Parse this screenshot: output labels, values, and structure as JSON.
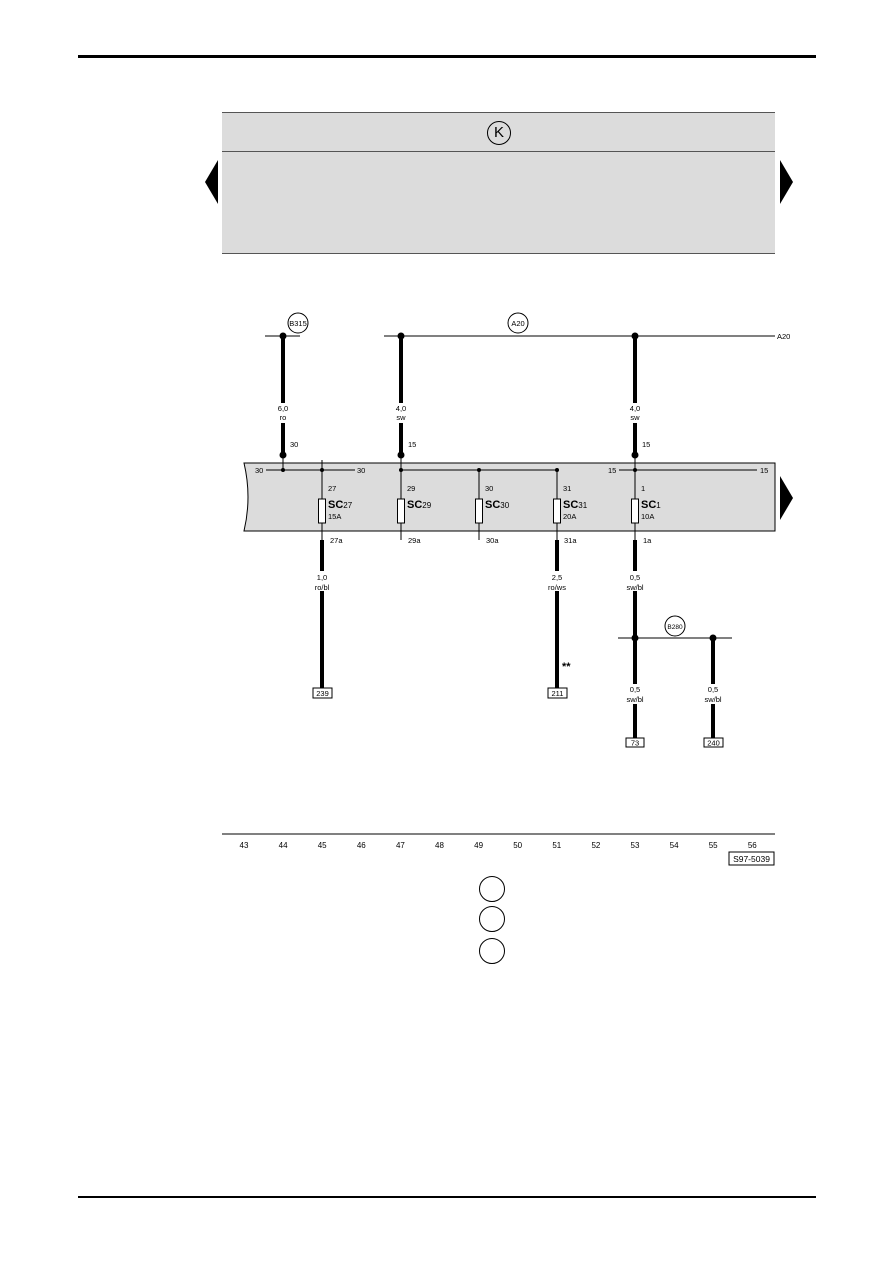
{
  "header": {
    "symbol": "K"
  },
  "top_labels": {
    "b315": "B315",
    "a20_circle": "A20",
    "a20_right": "A20"
  },
  "wires": [
    {
      "id": "w-b315",
      "size": "6,0",
      "color": "ro",
      "terminal": "30"
    },
    {
      "id": "w-47",
      "size": "4,0",
      "color": "sw",
      "terminal": "15"
    },
    {
      "id": "w-53",
      "size": "4,0",
      "color": "sw",
      "terminal": "15"
    }
  ],
  "bus_labels": {
    "left_30": "30",
    "mid_30": "30",
    "left_15": "15",
    "right_15": "15"
  },
  "fuses": [
    {
      "name": "SC",
      "num": "27",
      "amp": "15A",
      "in": "27",
      "out": "27a"
    },
    {
      "name": "SC",
      "num": "29",
      "amp": "",
      "in": "29",
      "out": "29a"
    },
    {
      "name": "SC",
      "num": "30",
      "amp": "",
      "in": "30",
      "out": "30a"
    },
    {
      "name": "SC",
      "num": "31",
      "amp": "20A",
      "in": "31",
      "out": "31a"
    },
    {
      "name": "SC",
      "num": "1",
      "amp": "10A",
      "in": "1",
      "out": "1a"
    }
  ],
  "out_wires": [
    {
      "size": "1,0",
      "color": "ro/bl",
      "ref": "239"
    },
    {
      "size": "2,5",
      "color": "ro/ws",
      "ref": "211",
      "note": "**"
    },
    {
      "size": "0,5",
      "color": "sw/bl"
    }
  ],
  "b280": {
    "label": "B280",
    "branches": [
      {
        "size": "0,5",
        "color": "sw/bl",
        "ref": "73"
      },
      {
        "size": "0,5",
        "color": "sw/bl",
        "ref": "240"
      }
    ]
  },
  "columns": [
    "43",
    "44",
    "45",
    "46",
    "47",
    "48",
    "49",
    "50",
    "51",
    "52",
    "53",
    "54",
    "55",
    "56"
  ],
  "figure_ref": "S97-5039"
}
